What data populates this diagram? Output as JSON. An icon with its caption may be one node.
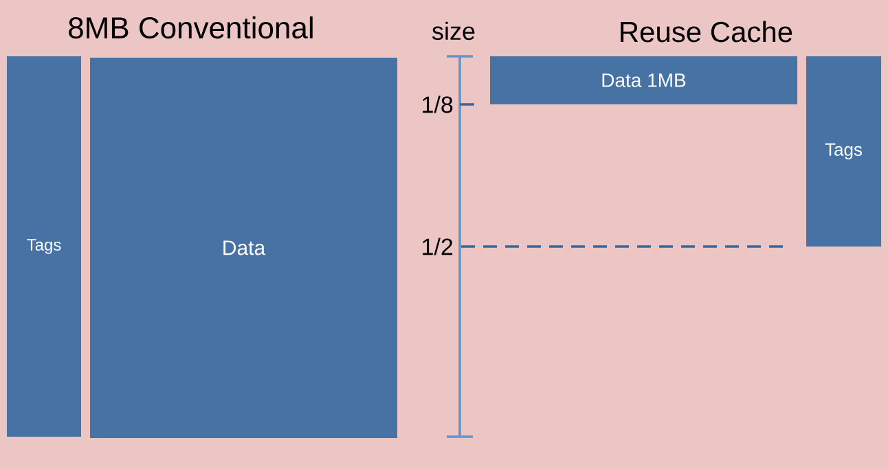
{
  "diagram": {
    "nodes": [
      {
        "text": [
          "Tags"
        ]
      },
      {
        "text": [
          "Data"
        ]
      },
      {
        "text": [
          "Data 1MB"
        ]
      },
      {
        "text": [
          "Tags"
        ]
      }
    ],
    "labels": [
      "8MB Conventional",
      "size",
      "Reuse Cache",
      "1/8",
      "1/2"
    ]
  }
}
